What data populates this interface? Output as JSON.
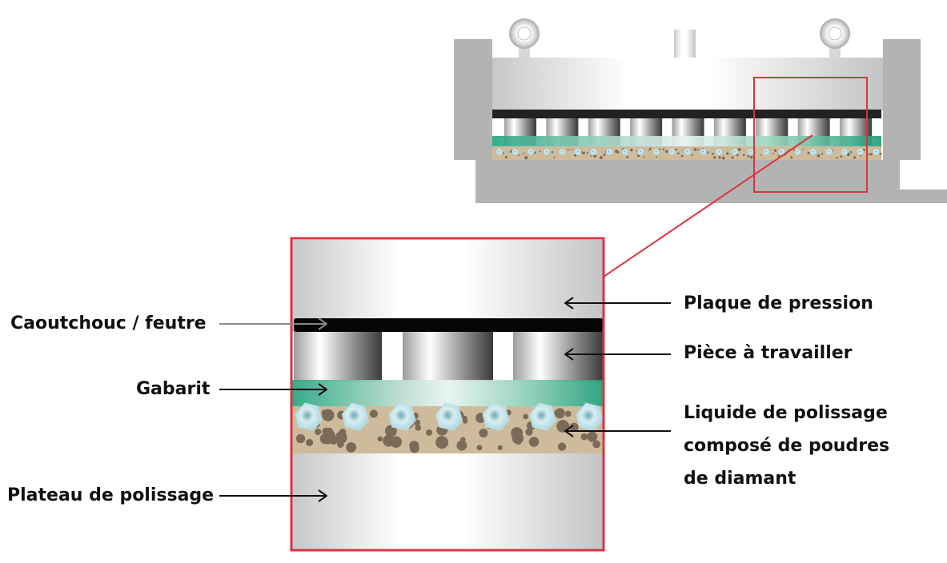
{
  "diagram": {
    "title": "Polissage avec poudres de diamant — vue d'ensemble et détail",
    "colors": {
      "detail_frame": "#d9353f",
      "felt_layer": "#0a0a0a",
      "template_green": "#2aa983",
      "slurry": "#cdbb9c",
      "particles": "#7a6a58",
      "machine_gray": "#b3b3b4"
    },
    "overview": {
      "workpieces_count": 9,
      "eye_bolts": 2
    },
    "labels_left": [
      {
        "id": "felt",
        "text": "Caoutchouc / feutre"
      },
      {
        "id": "template",
        "text": "Gabarit"
      },
      {
        "id": "platen",
        "text": "Plateau de polissage"
      }
    ],
    "labels_right": [
      {
        "id": "pressure_plate",
        "text": "Plaque de pression"
      },
      {
        "id": "workpiece",
        "text": "Pièce à travailler"
      },
      {
        "id": "slurry_line1",
        "text": "Liquide de polissage"
      },
      {
        "id": "slurry_line2",
        "text": "composé de poudres"
      },
      {
        "id": "slurry_line3",
        "text": "de diamant"
      }
    ]
  }
}
